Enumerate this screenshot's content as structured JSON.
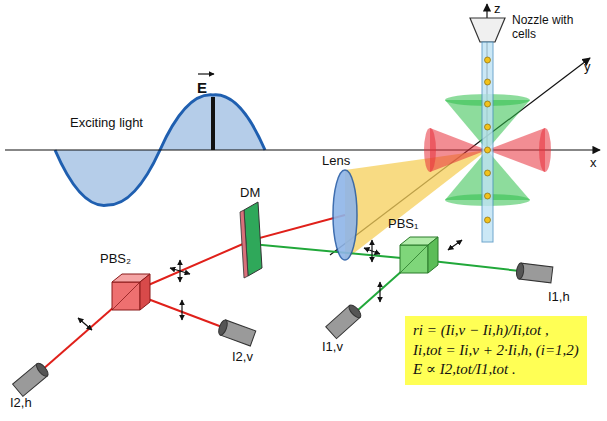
{
  "diagram": {
    "nodes": [
      {
        "text": [
          "ri = (Ii,v − Ii,h)/Ii,tot ,",
          "Ii,tot = Ii,v + 2·Ii,h, (i=1,2)",
          "E ∝ I2,tot/I1,tot ."
        ]
      }
    ],
    "labels": [
      "Exciting light",
      "E",
      "Nozzle with cells",
      "z",
      "y",
      "x",
      "Lens",
      "DM",
      "PBS₁",
      "I1,h",
      "I1,v",
      "PBS₂",
      "I2,v",
      "I2,h"
    ]
  }
}
